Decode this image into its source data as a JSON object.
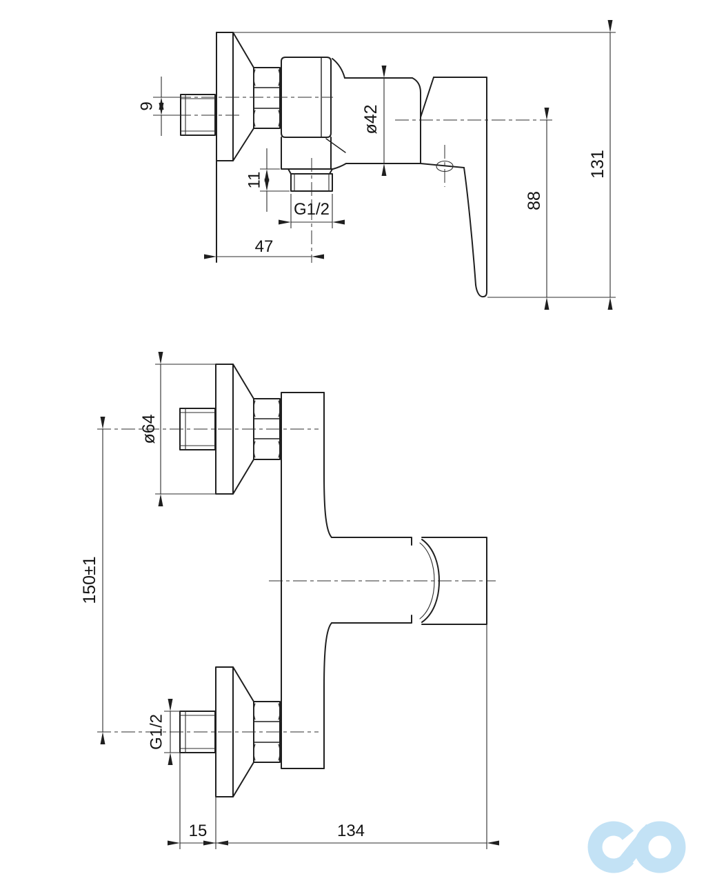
{
  "drawing": {
    "side_view": {
      "dims": {
        "eccentric_offset": "9",
        "outlet_height": "11",
        "outlet_thread": "G1/2",
        "wall_to_outlet_center": "47",
        "body_diameter": "ø42",
        "center_to_handle_bottom": "88",
        "overall_height": "131"
      }
    },
    "front_view": {
      "dims": {
        "escutcheon_diameter": "ø64",
        "inlet_spacing": "150±1",
        "inlet_thread": "G1/2",
        "wall_clearance": "15",
        "overall_length": "134"
      }
    },
    "watermark": {
      "logo_color": "#c3e2f5"
    }
  }
}
